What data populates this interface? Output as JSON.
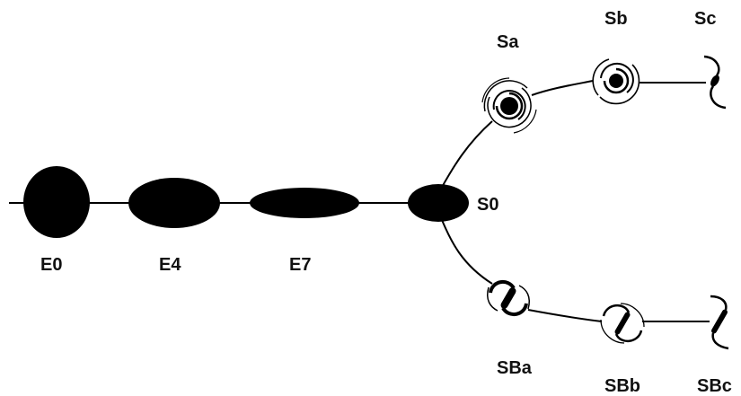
{
  "diagram": {
    "colors": {
      "ink": "#000000",
      "background": "#ffffff"
    },
    "nodes": [
      {
        "id": "E0",
        "label": "E0",
        "icon": "elliptical-galaxy-icon"
      },
      {
        "id": "E4",
        "label": "E4",
        "icon": "elliptical-galaxy-icon"
      },
      {
        "id": "E7",
        "label": "E7",
        "icon": "elliptical-galaxy-icon"
      },
      {
        "id": "S0",
        "label": "S0",
        "icon": "lenticular-galaxy-icon"
      },
      {
        "id": "Sa",
        "label": "Sa",
        "icon": "spiral-galaxy-icon"
      },
      {
        "id": "Sb",
        "label": "Sb",
        "icon": "spiral-galaxy-icon"
      },
      {
        "id": "Sc",
        "label": "Sc",
        "icon": "spiral-galaxy-icon"
      },
      {
        "id": "SBa",
        "label": "SBa",
        "icon": "barred-spiral-galaxy-icon"
      },
      {
        "id": "SBb",
        "label": "SBb",
        "icon": "barred-spiral-galaxy-icon"
      },
      {
        "id": "SBc",
        "label": "SBc",
        "icon": "barred-spiral-galaxy-icon"
      }
    ],
    "edges": [
      [
        "E0",
        "E4"
      ],
      [
        "E4",
        "E7"
      ],
      [
        "E7",
        "S0"
      ],
      [
        "S0",
        "Sa"
      ],
      [
        "Sa",
        "Sb"
      ],
      [
        "Sb",
        "Sc"
      ],
      [
        "S0",
        "SBa"
      ],
      [
        "SBa",
        "SBb"
      ],
      [
        "SBb",
        "SBc"
      ]
    ]
  }
}
